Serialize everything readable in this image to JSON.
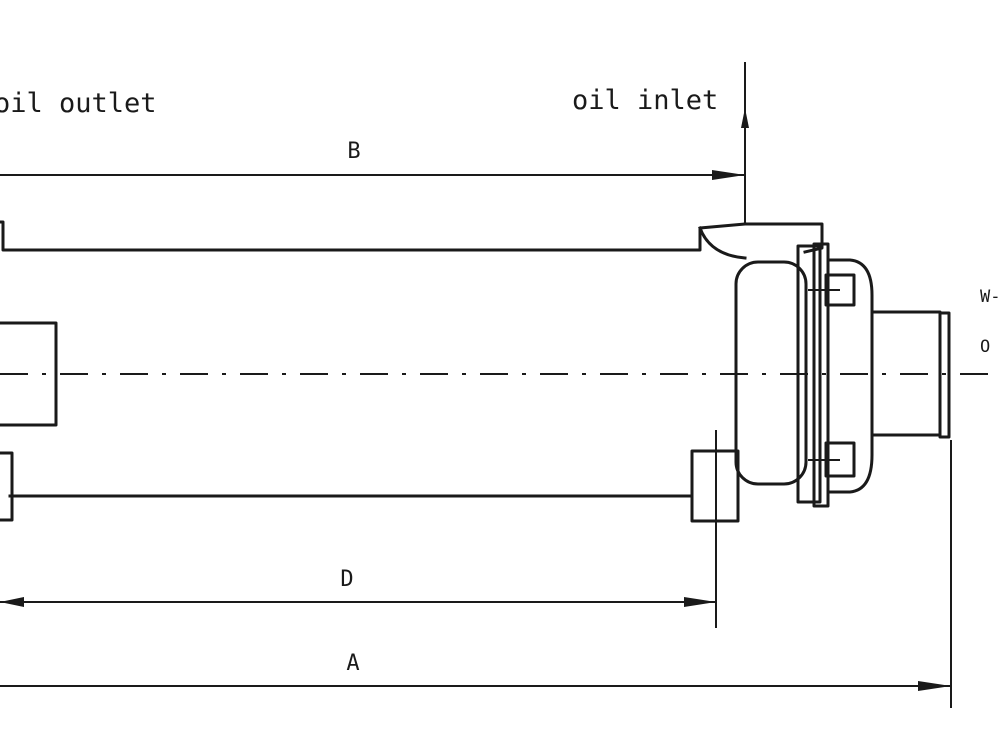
{
  "labels": {
    "oil_outlet": "oil outlet",
    "oil_inlet": "oil inlet",
    "edge_top": "W-",
    "edge_mid": "O"
  },
  "dimensions": {
    "a": "A",
    "b": "B",
    "d": "D"
  },
  "colors": {
    "line": "#1a1a1a",
    "background": "#ffffff"
  }
}
